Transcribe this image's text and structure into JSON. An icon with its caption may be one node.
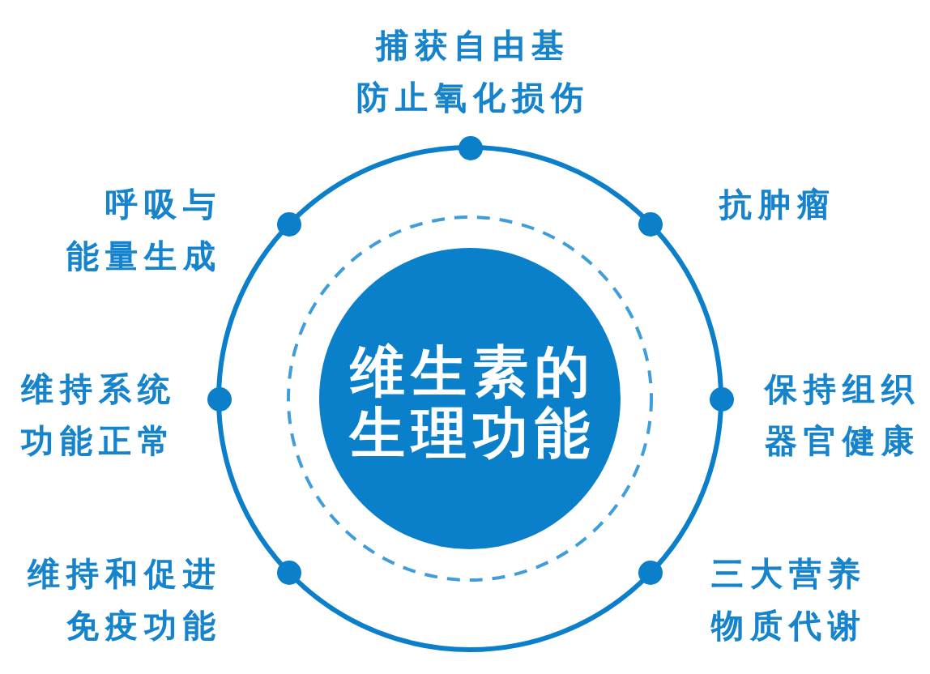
{
  "diagram": {
    "nodes": [
      {
        "text": [
          "维生素的生理功能"
        ]
      }
    ],
    "labels": [
      "捕获自由基防止氧化损伤",
      "呼吸与能量生成",
      "抗肿瘤",
      "维持系统功能正常",
      "保持组织器官健康",
      "维持和促进免疫功能",
      "三大营养物质代谢"
    ]
  }
}
